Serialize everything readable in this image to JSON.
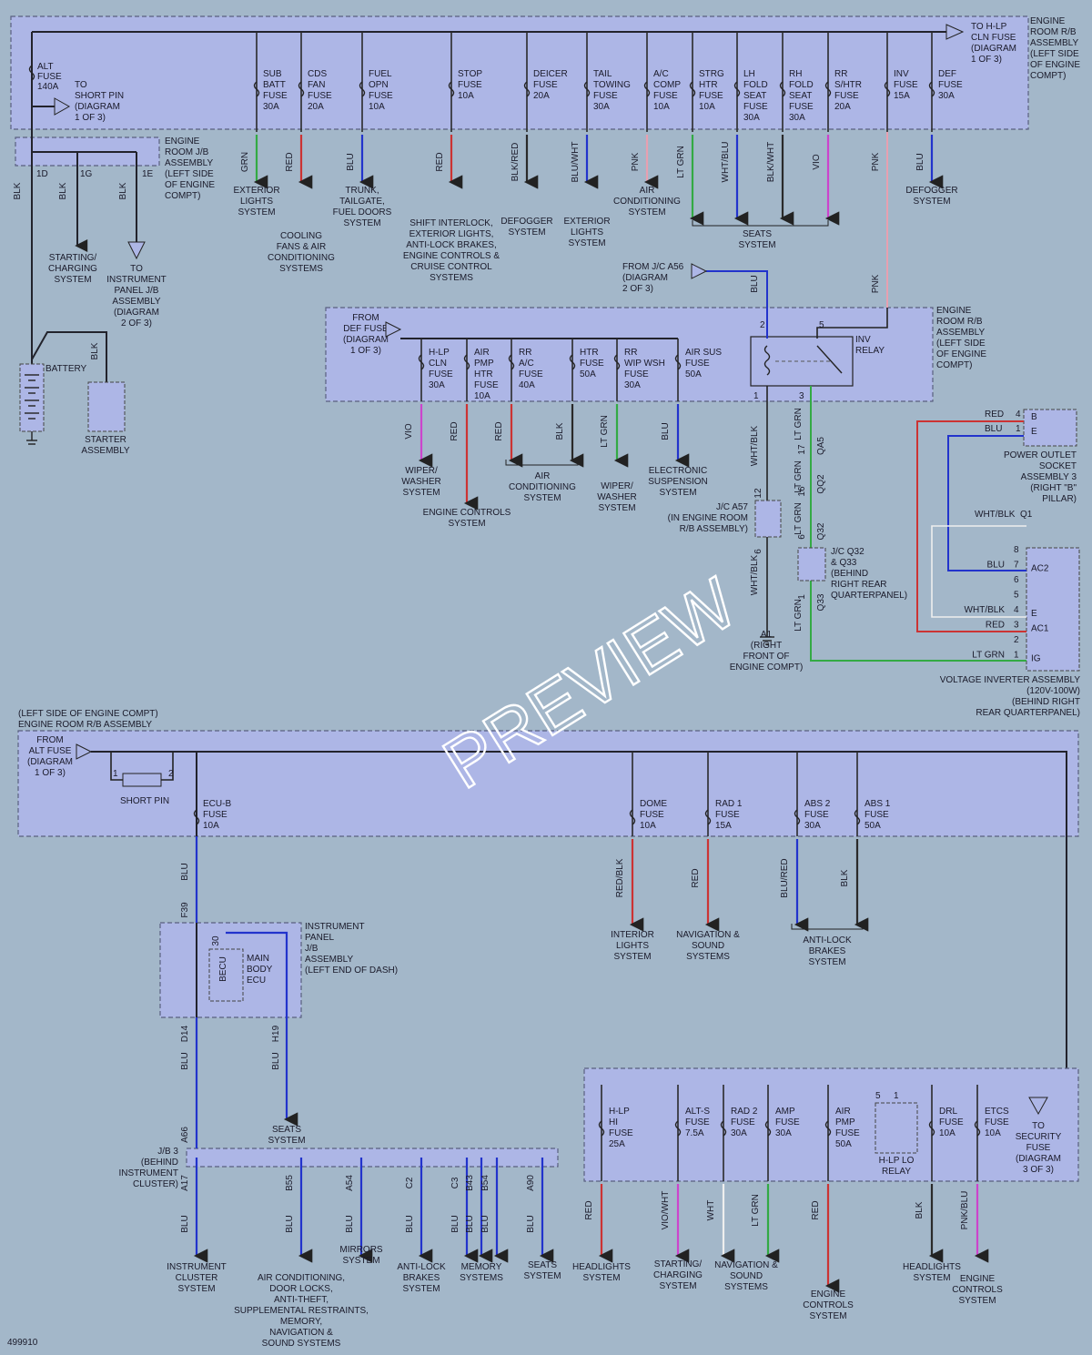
{
  "doc_id": "499910",
  "watermark": "PREVIEW",
  "colors": {
    "background": "#a3b7c9",
    "box_fill": "#adb6e6",
    "RED": "#cc3333",
    "GRN": "#33aa44",
    "BLU": "#2233cc",
    "BLK": "#2a2a2a",
    "PNK": "#e8a0b0",
    "VIO": "#cc44cc",
    "WHT": "#eeeeee"
  },
  "top": {
    "assembly": [
      "ENGINE",
      "ROOM R/B",
      "ASSEMBLY",
      "(LEFT SIDE",
      "OF ENGINE",
      "COMPT)"
    ],
    "to_hlp": [
      "TO H-LP",
      "CLN FUSE",
      "(DIAGRAM",
      "1 OF 3)"
    ],
    "alt_fuse": [
      "ALT",
      "FUSE",
      "140A"
    ],
    "short_pin": [
      "TO",
      "SHORT PIN",
      "(DIAGRAM",
      "1 OF 3)"
    ],
    "fuses": [
      {
        "label": [
          "SUB",
          "BATT",
          "FUSE",
          "30A"
        ],
        "color": "GRN",
        "code": "GRN",
        "dest": [
          "EXTERIOR",
          "LIGHTS",
          "SYSTEM"
        ]
      },
      {
        "label": [
          "CDS",
          "FAN",
          "FUSE",
          "20A"
        ],
        "color": "RED",
        "code": "RED",
        "dest": [
          "COOLING",
          "FANS & AIR",
          "CONDITIONING",
          "SYSTEMS"
        ]
      },
      {
        "label": [
          "FUEL",
          "OPN",
          "FUSE",
          "10A"
        ],
        "color": "BLU",
        "code": "BLU",
        "dest": [
          "TRUNK,",
          "TAILGATE,",
          "FUEL DOORS",
          "SYSTEM"
        ]
      },
      {
        "label": [
          "STOP",
          "FUSE",
          "10A"
        ],
        "color": "RED",
        "code": "RED",
        "dest": [
          "SHIFT INTERLOCK,",
          "EXTERIOR LIGHTS,",
          "ANTI-LOCK BRAKES,",
          "ENGINE CONTROLS &",
          "CRUISE CONTROL",
          "SYSTEMS"
        ]
      },
      {
        "label": [
          "DEICER",
          "FUSE",
          "20A"
        ],
        "color": "BLK",
        "code": "BLK/RED",
        "dest": [
          "DEFOGGER",
          "SYSTEM"
        ]
      },
      {
        "label": [
          "TAIL",
          "TOWING",
          "FUSE",
          "30A"
        ],
        "color": "BLU",
        "code": "BLU/WHT",
        "dest": [
          "EXTERIOR",
          "LIGHTS",
          "SYSTEM"
        ]
      },
      {
        "label": [
          "A/C",
          "COMP",
          "FUSE",
          "10A"
        ],
        "color": "PNK",
        "code": "PNK",
        "dest": [
          "AIR",
          "CONDITIONING",
          "SYSTEM"
        ]
      },
      {
        "label": [
          "STRG",
          "HTR",
          "FUSE",
          "10A"
        ],
        "color": "GRN",
        "code": "LT GRN",
        "dest": []
      },
      {
        "label": [
          "LH",
          "FOLD",
          "SEAT",
          "FUSE",
          "30A"
        ],
        "color": "BLU",
        "code": "WHT/BLU",
        "dest": []
      },
      {
        "label": [
          "RH",
          "FOLD",
          "SEAT",
          "FUSE",
          "30A"
        ],
        "color": "BLK",
        "code": "BLK/WHT",
        "dest": []
      },
      {
        "label": [
          "RR",
          "S/HTR",
          "FUSE",
          "20A"
        ],
        "color": "VIO",
        "code": "VIO",
        "dest": []
      },
      {
        "label": [
          "INV",
          "FUSE",
          "15A"
        ],
        "color": "PNK",
        "code": "PNK",
        "dest": []
      },
      {
        "label": [
          "DEF",
          "FUSE",
          "30A"
        ],
        "color": "BLU",
        "code": "BLU",
        "dest": [
          "DEFOGGER",
          "SYSTEM"
        ]
      }
    ],
    "seats_system": [
      "SEATS",
      "SYSTEM"
    ],
    "jb": [
      "ENGINE",
      "ROOM J/B",
      "ASSEMBLY",
      "(LEFT SIDE",
      "OF ENGINE",
      "COMPT)"
    ],
    "jb_pins": [
      "1D",
      "1G",
      "1E"
    ],
    "blk": "BLK",
    "starting": [
      "STARTING/",
      "CHARGING",
      "SYSTEM"
    ],
    "instr_jb": [
      "TO",
      "INSTRUMENT",
      "PANEL J/B",
      "ASSEMBLY",
      "(DIAGRAM",
      "2 OF 3)"
    ],
    "battery": "BATTERY",
    "starter": [
      "STARTER",
      "ASSEMBLY"
    ]
  },
  "middle": {
    "from_jc": [
      "FROM J/C A56",
      "(DIAGRAM",
      "2 OF 3)"
    ],
    "from_def": [
      "FROM",
      "DEF FUSE",
      "(DIAGRAM",
      "1 OF 3)"
    ],
    "assembly": [
      "ENGINE",
      "ROOM R/B",
      "ASSEMBLY",
      "(LEFT SIDE",
      "OF ENGINE",
      "COMPT)"
    ],
    "fuses": [
      {
        "label": [
          "H-LP",
          "CLN",
          "FUSE",
          "30A"
        ],
        "color": "VIO",
        "code": "VIO",
        "dest": [
          "WIPER/",
          "WASHER",
          "SYSTEM"
        ]
      },
      {
        "label": [
          "AIR",
          "PMP",
          "HTR",
          "FUSE",
          "10A"
        ],
        "color": "RED",
        "code": "RED",
        "dest": [
          "ENGINE CONTROLS",
          "SYSTEM"
        ]
      },
      {
        "label": [
          "RR",
          "A/C",
          "FUSE",
          "40A"
        ],
        "color": "RED",
        "code": "RED",
        "dest": []
      },
      {
        "label": [
          "HTR",
          "FUSE",
          "50A"
        ],
        "color": "BLK",
        "code": "BLK",
        "dest": []
      },
      {
        "label": [
          "RR",
          "WIP WSH",
          "FUSE",
          "30A"
        ],
        "color": "GRN",
        "code": "LT GRN",
        "dest": [
          "WIPER/",
          "WASHER",
          "SYSTEM"
        ]
      },
      {
        "label": [
          "AIR SUS",
          "FUSE",
          "50A"
        ],
        "color": "BLU",
        "code": "BLU",
        "dest": [
          "ELECTRONIC",
          "SUSPENSION",
          "SYSTEM"
        ]
      }
    ],
    "ac_system": [
      "AIR",
      "CONDITIONING",
      "SYSTEM"
    ],
    "inv_relay": [
      "INV",
      "RELAY"
    ],
    "relay_pins": [
      "2",
      "5",
      "1",
      "3"
    ],
    "jc_a57": [
      "J/C A57",
      "(IN ENGINE ROOM",
      "R/B ASSEMBLY)"
    ],
    "jc_q32": [
      "J/C Q32",
      "& Q33",
      "(BEHIND",
      "RIGHT REAR",
      "QUARTERPANEL)"
    ],
    "ground": [
      "A1",
      "(RIGHT",
      "FRONT OF",
      "ENGINE COMPT)"
    ],
    "wht_blk": "WHT/BLK",
    "lt_grn": "LT GRN",
    "qa5": "QA5",
    "qq2": "QQ2",
    "q32": "Q32",
    "q33": "Q33",
    "pin_nums": [
      "12",
      "6",
      "17",
      "16",
      "6",
      "1"
    ],
    "power_outlet": [
      "POWER OUTLET",
      "SOCKET",
      "ASSEMBLY 3",
      "(RIGHT \"B\"",
      "PILLAR)"
    ],
    "q1": "Q1",
    "outlet_pins": [
      {
        "wire": "RED",
        "pin": "4",
        "term": "B"
      },
      {
        "wire": "BLU",
        "pin": "1",
        "term": "E"
      }
    ],
    "inverter": [
      "VOLTAGE INVERTER ASSEMBLY",
      "(120V-100W)",
      "(BEHIND RIGHT",
      "REAR QUARTERPANEL)"
    ],
    "inv_pins": [
      {
        "pin": "8",
        "wire": "",
        "term": ""
      },
      {
        "pin": "7",
        "wire": "BLU",
        "term": "AC2"
      },
      {
        "pin": "6",
        "wire": "",
        "term": ""
      },
      {
        "pin": "5",
        "wire": "",
        "term": ""
      },
      {
        "pin": "4",
        "wire": "WHT/BLK",
        "term": "E"
      },
      {
        "pin": "3",
        "wire": "RED",
        "term": "AC1"
      },
      {
        "pin": "2",
        "wire": "",
        "term": ""
      },
      {
        "pin": "1",
        "wire": "LT GRN",
        "term": "IG"
      }
    ]
  },
  "bottom": {
    "assembly": [
      "(LEFT SIDE OF ENGINE COMPT)",
      "ENGINE ROOM R/B ASSEMBLY"
    ],
    "from_alt": [
      "FROM",
      "ALT FUSE",
      "(DIAGRAM",
      "1 OF 3)"
    ],
    "short_pin": "SHORT PIN",
    "sp_pins": [
      "1",
      "2"
    ],
    "ecub": [
      "ECU-B",
      "FUSE",
      "10A"
    ],
    "fuses": [
      {
        "label": [
          "DOME",
          "FUSE",
          "10A"
        ],
        "color": "RED",
        "code": "RED/BLK",
        "dest": [
          "INTERIOR",
          "LIGHTS",
          "SYSTEM"
        ]
      },
      {
        "label": [
          "RAD 1",
          "FUSE",
          "15A"
        ],
        "color": "RED",
        "code": "RED",
        "dest": [
          "NAVIGATION &",
          "SOUND",
          "SYSTEMS"
        ]
      },
      {
        "label": [
          "ABS 2",
          "FUSE",
          "30A"
        ],
        "color": "BLU",
        "code": "BLU/RED",
        "dest": []
      },
      {
        "label": [
          "ABS 1",
          "FUSE",
          "50A"
        ],
        "color": "BLK",
        "code": "BLK",
        "dest": []
      }
    ],
    "abs_system": [
      "ANTI-LOCK",
      "BRAKES",
      "SYSTEM"
    ],
    "blu": "BLU",
    "f39": "F39",
    "ipjb": [
      "INSTRUMENT",
      "PANEL",
      "J/B",
      "ASSEMBLY",
      "(LEFT END OF DASH)"
    ],
    "becu": "BECU",
    "pin30": "30",
    "main_body": [
      "MAIN",
      "BODY",
      "ECU"
    ],
    "d14": "D14",
    "h19": "H19",
    "seats": [
      "SEATS",
      "SYSTEM"
    ],
    "jb3": [
      "J/B 3",
      "(BEHIND",
      "INSTRUMENT",
      "CLUSTER)"
    ],
    "a66": "A66",
    "jb3_pins": [
      "A17",
      "B55",
      "A54",
      "C2",
      "C3",
      "B43",
      "B54",
      "A90"
    ],
    "jb3_dest": [
      [
        "INSTRUMENT",
        "CLUSTER",
        "SYSTEM"
      ],
      [
        "AIR CONDITIONING,",
        "DOOR LOCKS,",
        "ANTI-THEFT,",
        "SUPPLEMENTAL RESTRAINTS,",
        "MEMORY,",
        "NAVIGATION &",
        "SOUND SYSTEMS"
      ],
      [
        "MIRRORS",
        "SYSTEM"
      ],
      [
        "ANTI-LOCK",
        "BRAKES",
        "SYSTEM"
      ],
      [
        "MEMORY",
        "SYSTEMS"
      ],
      [
        "SEATS",
        "SYSTEM"
      ]
    ],
    "right_fuses": [
      {
        "label": [
          "H-LP",
          "HI",
          "FUSE",
          "25A"
        ],
        "color": "RED",
        "code": "RED",
        "dest": [
          "HEADLIGHTS",
          "SYSTEM"
        ]
      },
      {
        "label": [
          "ALT-S",
          "FUSE",
          "7.5A"
        ],
        "color": "VIO",
        "code": "VIO/WHT",
        "dest": [
          "STARTING/",
          "CHARGING",
          "SYSTEM"
        ]
      },
      {
        "label": [
          "RAD 2",
          "FUSE",
          "30A"
        ],
        "color": "WHT",
        "code": "WHT",
        "dest": [
          "NAVIGATION &",
          "SOUND",
          "SYSTEMS"
        ]
      },
      {
        "label": [
          "AMP",
          "FUSE",
          "30A"
        ],
        "color": "GRN",
        "code": "LT GRN",
        "dest": []
      },
      {
        "label": [
          "AIR",
          "PMP",
          "FUSE",
          "50A"
        ],
        "color": "RED",
        "code": "RED",
        "dest": [
          "ENGINE",
          "CONTROLS",
          "SYSTEM"
        ]
      },
      {
        "label": [
          "DRL",
          "FUSE",
          "10A"
        ],
        "color": "BLK",
        "code": "BLK",
        "dest": [
          "HEADLIGHTS",
          "SYSTEM"
        ]
      },
      {
        "label": [
          "ETCS",
          "FUSE",
          "10A"
        ],
        "color": "VIO",
        "code": "PNK/BLU",
        "dest": [
          "ENGINE",
          "CONTROLS",
          "SYSTEM"
        ]
      }
    ],
    "hlp_lo": [
      "H-LP LO",
      "RELAY"
    ],
    "hlp_pins": [
      "5",
      "1"
    ],
    "to_security": [
      "TO",
      "SECURITY",
      "FUSE",
      "(DIAGRAM",
      "3 OF 3)"
    ]
  }
}
